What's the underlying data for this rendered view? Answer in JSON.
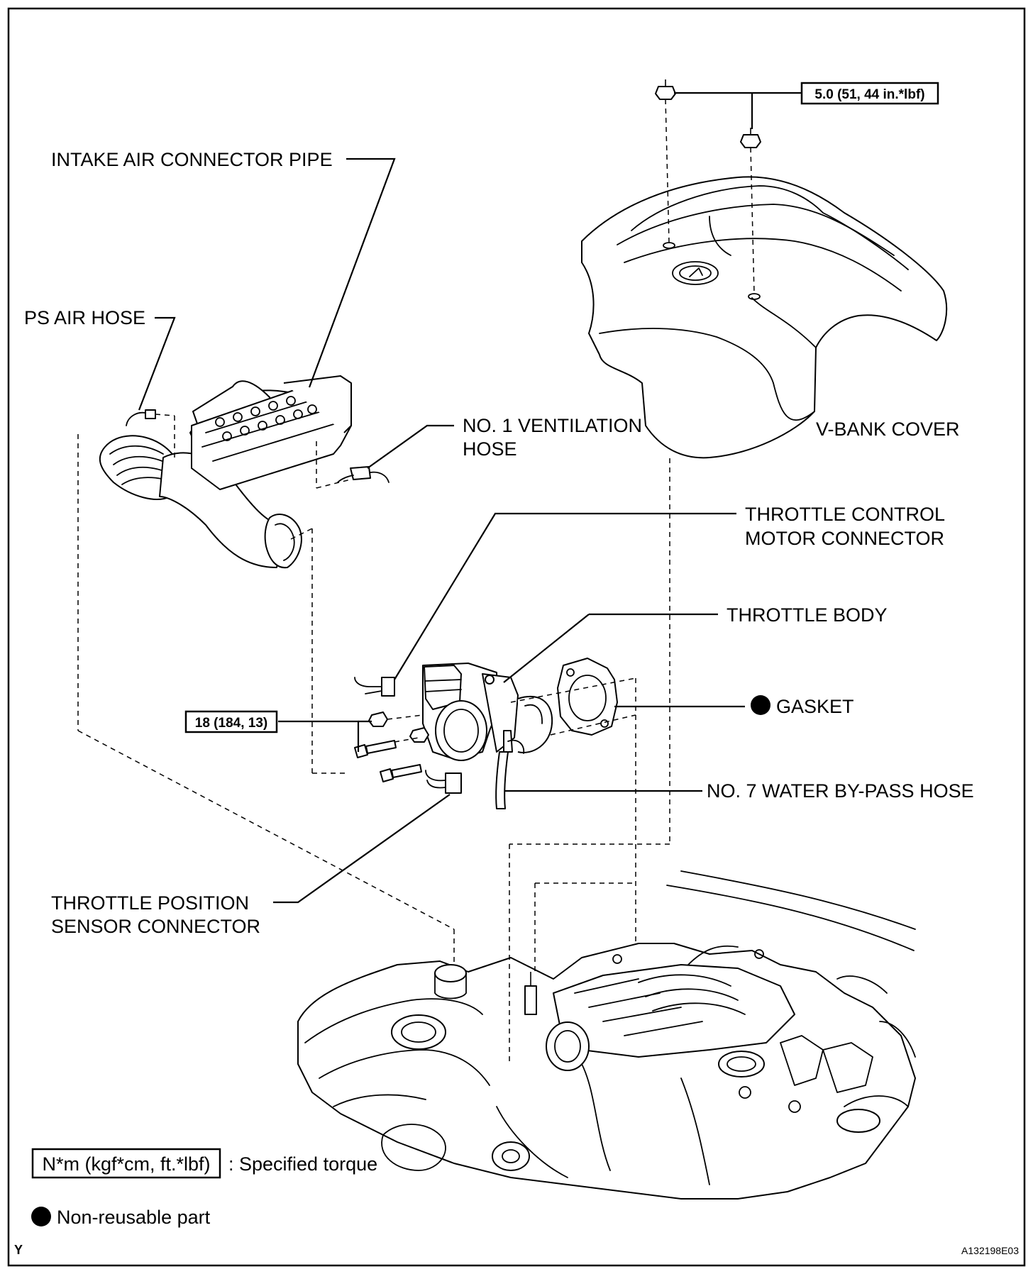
{
  "labels": {
    "intake_pipe": "INTAKE AIR CONNECTOR PIPE",
    "ps_air_hose": "PS AIR HOSE",
    "vent_hose_1": "NO. 1 VENTILATION",
    "vent_hose_2": "HOSE",
    "v_bank_cover": "V-BANK COVER",
    "motor_conn_1": "THROTTLE CONTROL",
    "motor_conn_2": "MOTOR CONNECTOR",
    "throttle_body": "THROTTLE BODY",
    "gasket": "GASKET",
    "water_hose": "NO. 7 WATER BY-PASS HOSE",
    "tps_conn_1": "THROTTLE POSITION",
    "tps_conn_2": "SENSOR CONNECTOR"
  },
  "torque": {
    "cover_nut": "5.0 (51, 44 in.*lbf)",
    "throttle_bolt": "18 (184, 13)"
  },
  "legend": {
    "torque_unit": "N*m (kgf*cm, ft.*lbf)",
    "torque_desc": ": Specified torque",
    "non_reusable": "Non-reusable part"
  },
  "footer": {
    "left_mark": "Y",
    "code": "A132198E03"
  }
}
